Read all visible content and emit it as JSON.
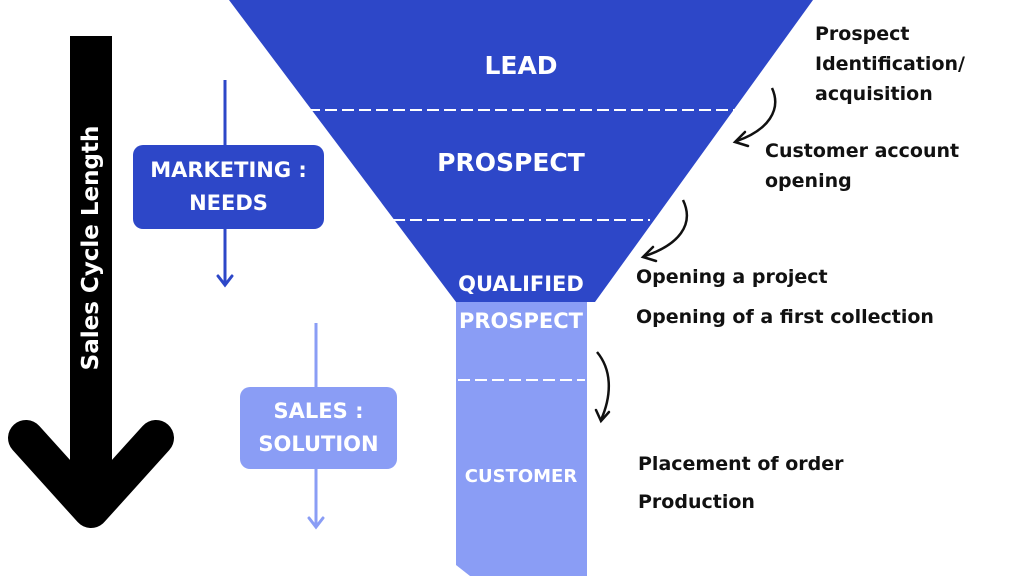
{
  "axis": {
    "label": "Sales Cycle Length"
  },
  "funnel": {
    "stages": {
      "lead": "LEAD",
      "prospect": "PROSPECT",
      "qualified_line1": "QUALIFIED",
      "qualified_line2": "PROSPECT",
      "customer": "CUSTOMER"
    }
  },
  "phases": {
    "marketing": {
      "line1": "MARKETING :",
      "line2": "NEEDS"
    },
    "sales": {
      "line1": "SALES :",
      "line2": "SOLUTION"
    }
  },
  "steps": {
    "lead": [
      "Prospect",
      "Identification/",
      "acquisition"
    ],
    "prospect": [
      "Customer account",
      "opening"
    ],
    "qualified": [
      "Opening a project",
      "Opening of a first collection"
    ],
    "customer": [
      "Placement of order",
      "Production"
    ]
  },
  "colors": {
    "funnel_dark": "#2d47c8",
    "funnel_light": "#8a9df5",
    "badge_dark": "#2d47c8",
    "badge_light": "#8a9df5",
    "axis_arrow": "#000000",
    "text": "#111111"
  }
}
